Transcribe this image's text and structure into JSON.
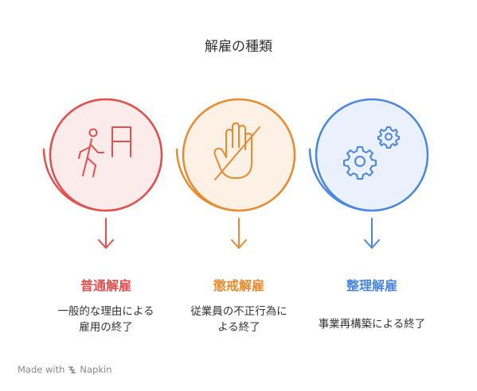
{
  "title": "解雇の種類",
  "items": [
    {
      "label": "普通解雇",
      "description_lines": [
        "一般的な理由による",
        "雇用の終了"
      ],
      "icon": "walking-person-exit-icon",
      "color": "#e0504e",
      "fill": "#fcebeb"
    },
    {
      "label": "懲戒解雇",
      "description_lines": [
        "従業員の不正行為に",
        "よる終了"
      ],
      "icon": "forbidden-hand-icon",
      "color": "#e88a2e",
      "fill": "#fdf1e6"
    },
    {
      "label": "整理解雇",
      "description_lines": [
        "事業再構築による終了"
      ],
      "icon": "gears-icon",
      "color": "#4a86e0",
      "fill": "#eaf1fc"
    }
  ],
  "footer": {
    "made_with": "Made with",
    "brand": "Napkin"
  }
}
